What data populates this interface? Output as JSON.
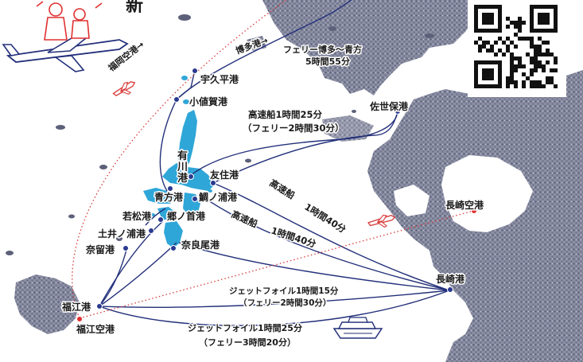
{
  "colors": {
    "route": "#23307a",
    "air": "#d83a3a",
    "island": "#2fa6d8",
    "land": "#6c7088",
    "port": "#2b3a8f",
    "airport": "#e03030"
  },
  "header": {
    "partial_text": "新"
  },
  "qr": {
    "icon": "qr-code-icon"
  },
  "ports": {
    "ukuhira": "宇久平港",
    "ojika": "小値賀港",
    "arikawa_1": "有",
    "arikawa_2": "川",
    "arikawa_3": "港",
    "tomozumi": "友住港",
    "aokata": "青方港",
    "tainoura": "鯛ノ浦港",
    "wakamatsu": "若松港",
    "gonokubi": "郷ノ首港",
    "doinoura": "土井ノ浦港",
    "naru": "奈留港",
    "naraoo": "奈良尾港",
    "fukue": "福江港",
    "fukue_airport": "福江空港",
    "sasebo": "佐世保港",
    "nagasaki_airport": "長崎空港",
    "nagasaki": "長崎港"
  },
  "routes": {
    "fukuoka_airport": "福岡空港→",
    "hakata": "博多港→",
    "ferry_hakata_1": "フェリー博多～青方",
    "ferry_hakata_2": "5時間55分",
    "sasebo_1": "高速船1時間25分",
    "sasebo_2": "（フェリー2時間30分）",
    "tomozumi_hs_1": "高速船",
    "tomozumi_hs_2": "1時間40分",
    "tainoura_hs_1": "高速船",
    "tainoura_hs_2": "1時間40分",
    "jetfoil_1a": "ジェットフォイル1時間15分",
    "jetfoil_1b": "（フェリー2時間30分）",
    "jetfoil_2a": "ジェットフォイル1時間25分",
    "jetfoil_2b": "（フェリー3時間20分）"
  },
  "icons": {
    "plane_small": "airplane-icon",
    "plane_big": "airplane-with-passengers-icon",
    "ship": "ship-icon"
  }
}
